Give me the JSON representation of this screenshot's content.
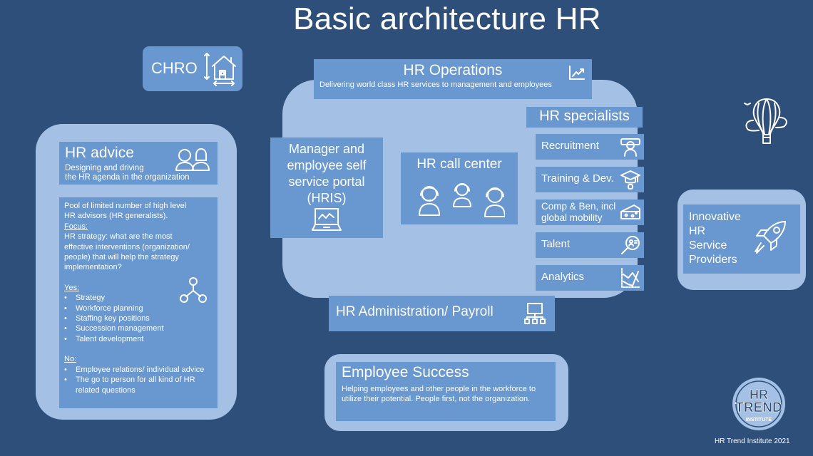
{
  "title": "Basic architecture HR",
  "chro": {
    "label": "CHRO",
    "icon": "house-dimensions-icon"
  },
  "hr_advice": {
    "title": "HR advice",
    "subtitle_line1": "Designing and driving",
    "subtitle_line2": "the HR agenda in the organization",
    "icon": "people-icon",
    "body": {
      "intro_line1": "Pool of limited number of high level",
      "intro_line2": "HR advisors (HR generalists).",
      "focus_label": "Focus:",
      "focus_line1": "HR strategy: what are the most",
      "focus_line2": "effective interventions (organization/",
      "focus_line3": "people) that will help the strategy",
      "focus_line4": "implementation?",
      "yes_label": "Yes:",
      "yes_items": [
        "Strategy",
        "Workforce planning",
        "Staffing key positions",
        "Succession management",
        "Talent development"
      ],
      "no_label": "No:",
      "no_items": [
        "Employee relations/ individual advice",
        "The go to person for all kind of HR related questions"
      ],
      "icon": "network-nodes-icon"
    }
  },
  "hr_operations": {
    "title": "HR Operations",
    "subtitle": "Delivering world class HR services to management and employees",
    "icon": "trend-chart-icon"
  },
  "portal": {
    "line1": "Manager and",
    "line2": "employee self",
    "line3": "service portal",
    "line4": "(HRIS)",
    "icon": "laptop-icon"
  },
  "call_center": {
    "title": "HR call center",
    "icon": "headset-agents-icon"
  },
  "hr_specialists": {
    "title": "HR specialists",
    "items": [
      {
        "label": "Recruitment",
        "icon": "candidates-icon"
      },
      {
        "label": "Training & Dev.",
        "icon": "graduation-cap-icon"
      },
      {
        "label_line1": "Comp & Ben, incl",
        "label_line2": "global mobility",
        "icon": "cheese-icon"
      },
      {
        "label": "Talent",
        "icon": "magnifier-profile-icon"
      },
      {
        "label": "Analytics",
        "icon": "line-chart-icon"
      }
    ]
  },
  "admin": {
    "title": "HR Administration/ Payroll",
    "icon": "hierarchy-network-icon"
  },
  "employee_success": {
    "title": "Employee Success",
    "subtitle": "Helping employees and other people in the workforce to utilize their potential. People first, not the organization."
  },
  "innovative": {
    "line1": "Innovative",
    "line2": "HR",
    "line3": "Service",
    "line4": "Providers",
    "icon": "rocket-icon"
  },
  "balloon": {
    "icon": "hot-air-balloon-icon"
  },
  "logo": {
    "line1": "HR",
    "line2": "TREND",
    "line3": "INSTITUTE"
  },
  "footer": "HR Trend Institute 2021",
  "colors": {
    "background": "#2e4f7a",
    "panel_light": "#a4c1e5",
    "box_mid": "#6997cf",
    "text": "#ffffff"
  }
}
